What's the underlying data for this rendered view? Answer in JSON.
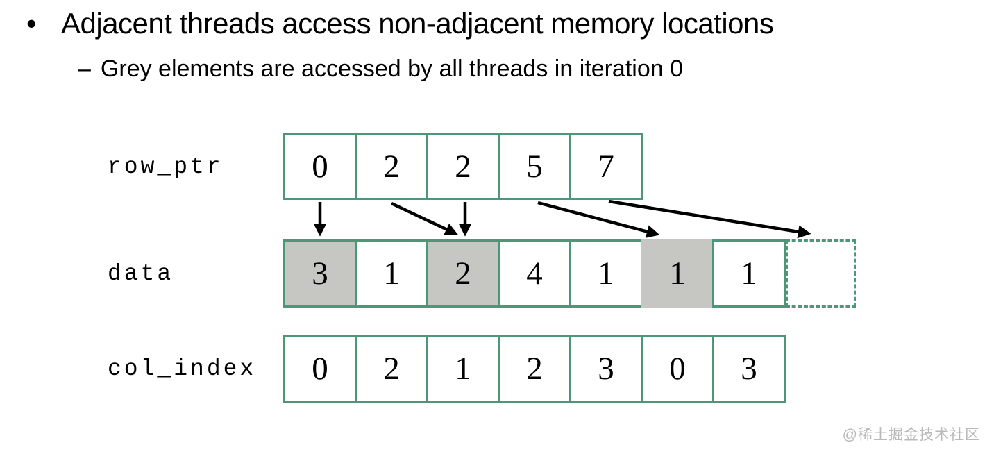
{
  "header": {
    "bullet_glyph": "•",
    "title": "Adjacent threads access non-adjacent memory locations",
    "sub_bullet_glyph": "–",
    "subtitle": "Grey elements are accessed by all threads in iteration 0"
  },
  "diagram": {
    "row_ptr": {
      "label": "row_ptr",
      "values": [
        "0",
        "2",
        "2",
        "5",
        "7"
      ]
    },
    "data": {
      "label": "data",
      "values": [
        "3",
        "1",
        "2",
        "4",
        "1",
        "1",
        "1"
      ],
      "grey_cell_indices": [
        0,
        2,
        5
      ],
      "dashed_tail_cell": true
    },
    "col_index": {
      "label": "col_index",
      "values": [
        "0",
        "2",
        "1",
        "2",
        "3",
        "0",
        "3"
      ]
    },
    "arrows": [
      {
        "from": "row_ptr[0]=0",
        "to": "data[0]"
      },
      {
        "from": "row_ptr[1]=2",
        "to": "data[2]"
      },
      {
        "from": "row_ptr[2]=2",
        "to": "data[2]"
      },
      {
        "from": "row_ptr[3]=5",
        "to": "data[5]"
      },
      {
        "from": "row_ptr[4]=7",
        "to": "data[7] (past end, dashed cell)"
      }
    ]
  },
  "colors": {
    "box_border_green": "#4d9678",
    "grey_fill": "#c6c6c3",
    "arrow_black": "#000000",
    "text_black": "#000000",
    "watermark_grey": "#b9b9b9",
    "background_white": "#ffffff"
  },
  "watermark": {
    "text": "@稀土掘金技术社区"
  }
}
